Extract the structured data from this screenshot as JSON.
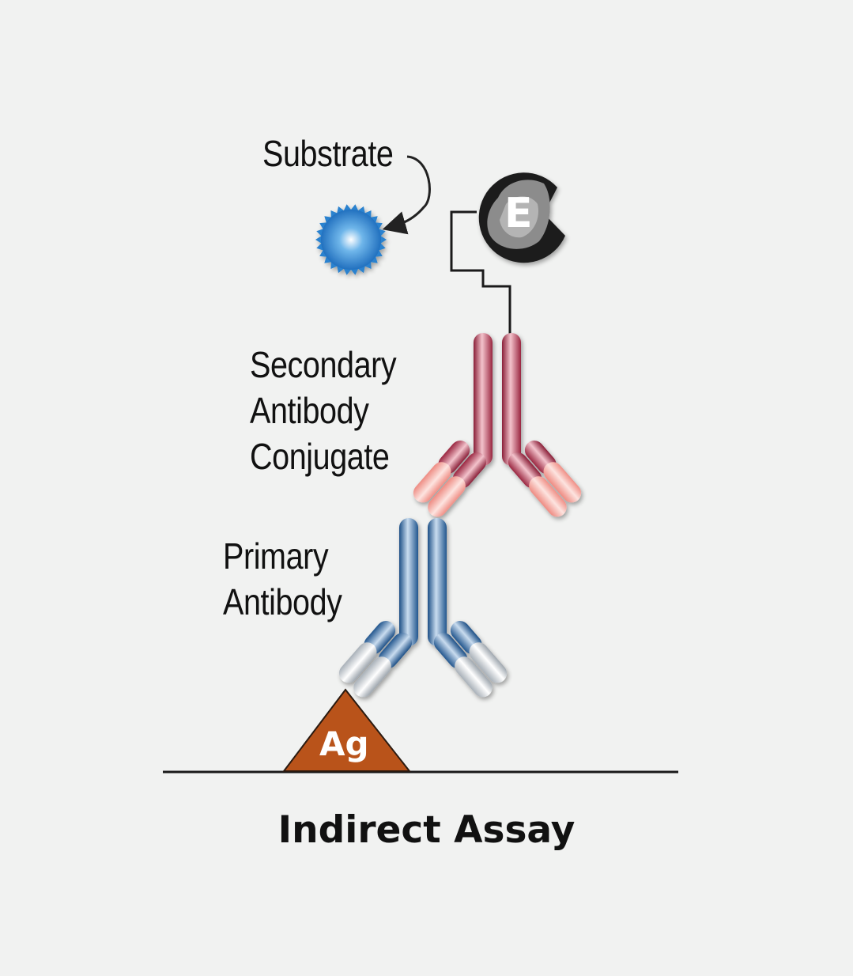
{
  "labels": {
    "substrate": "Substrate",
    "secondary": [
      "Secondary",
      "Antibody",
      "Conjugate"
    ],
    "primary": [
      "Primary",
      "Antibody"
    ],
    "enzyme": "E",
    "antigen": "Ag"
  },
  "title": "Indirect Assay",
  "colors": {
    "background": "#f1f2f1",
    "secondary_antibody": "#b3334f",
    "secondary_antibody_tip": "#f4a49a",
    "primary_antibody": "#2f68a3",
    "primary_antibody_tip": "#d6dde4",
    "substrate": "#2a82cf",
    "antigen": "#b9531a",
    "enzyme": "#1a1a1a"
  }
}
